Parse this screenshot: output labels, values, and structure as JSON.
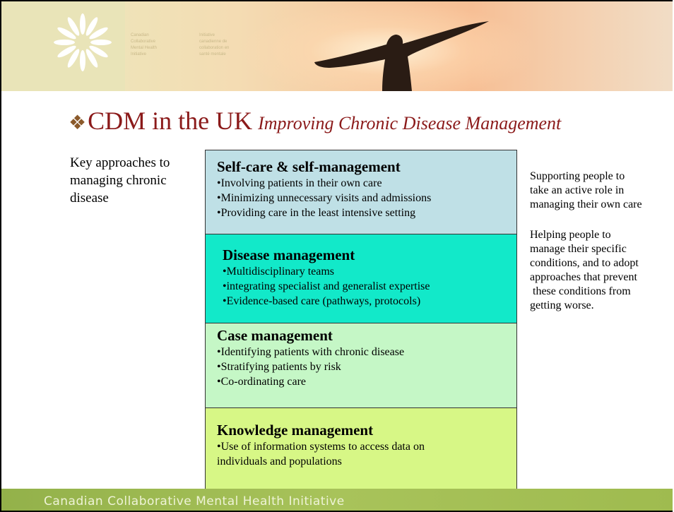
{
  "banner": {
    "logo_icon": "sunburst-logo-icon",
    "org_lines": [
      "Canadian",
      "Collaborative",
      "Mental Health",
      "Initiative"
    ],
    "tagline_lines": [
      "Initiative",
      "canadienne de",
      "collaboration en",
      "santé mentale"
    ],
    "figure_icon": "person-silhouette-icon"
  },
  "title": {
    "bullet": "❖",
    "main": "CDM in the UK",
    "subtitle": "Improving Chronic Disease Management"
  },
  "left_note": "Key approaches to managing chronic disease",
  "layers": [
    {
      "heading": "Self-care & self-management",
      "items": [
        "•Involving patients in their own care",
        "•Minimizing unnecessary visits and admissions",
        "•Providing care in the least intensive setting"
      ]
    },
    {
      "heading": "Disease management",
      "items": [
        "•Multidisciplinary teams",
        "•integrating specialist and generalist expertise",
        "•Evidence-based care (pathways, protocols)"
      ]
    },
    {
      "heading": "Case management",
      "items": [
        "•Identifying patients with chronic disease",
        "•Stratifying patients by risk",
        "•Co-ordinating care"
      ]
    },
    {
      "heading": "Knowledge management",
      "items": [
        "•Use of information systems to access data on individuals and populations"
      ]
    }
  ],
  "right_notes": [
    "Supporting people to\ntake an active role in\nmanaging their own care",
    "Helping people to\nmanage their specific\nconditions, and to adopt\napproaches that prevent\n these conditions from\ngetting worse."
  ],
  "footer": {
    "text": "Canadian Collaborative Mental Health Initiative"
  },
  "colors": {
    "title": "#8b1a1a",
    "self_care": "#bfe0e6",
    "disease": "#12e9c9",
    "case": "#c5f7c6",
    "knowledge": "#d7f786",
    "footer": "#9fbb4f"
  }
}
